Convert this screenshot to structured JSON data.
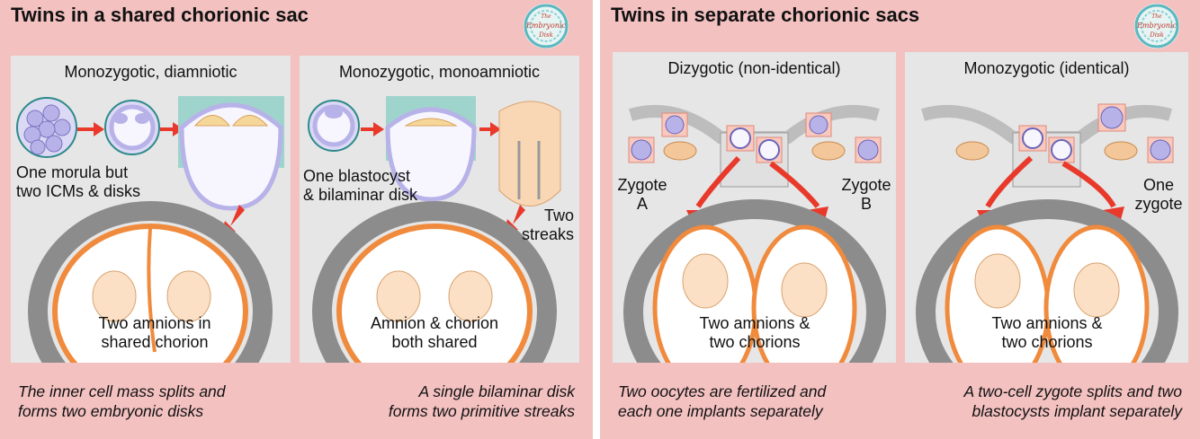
{
  "left": {
    "title": "Twins in a shared chorionic sac",
    "logo_text": [
      "The",
      "Embryonic",
      "Disk"
    ],
    "panel1": {
      "title": "Monozygotic, diamniotic",
      "label_a": [
        "One morula but",
        "two ICMs & disks"
      ],
      "label_b": [
        "Two amnions in",
        "shared chorion"
      ]
    },
    "panel2": {
      "title": "Monozygotic, monoamniotic",
      "label_a": [
        "One blastocyst",
        "& bilaminar disk"
      ],
      "label_streaks": [
        "Two",
        "streaks"
      ],
      "label_b": [
        "Amnion & chorion",
        "both shared"
      ]
    },
    "caption_left": [
      "The inner cell mass splits and",
      "forms two embryonic disks"
    ],
    "caption_right": [
      "A single bilaminar disk",
      "forms two primitive streaks"
    ]
  },
  "right": {
    "title": "Twins in separate chorionic sacs",
    "logo_text": [
      "The",
      "Embryonic",
      "Disk"
    ],
    "panel1": {
      "title": "Dizygotic (non-identical)",
      "zygote_a": [
        "Zygote",
        "A"
      ],
      "zygote_b": [
        "Zygote",
        "B"
      ],
      "label_b": [
        "Two amnions &",
        "two chorions"
      ]
    },
    "panel2": {
      "title": "Monozygotic (identical)",
      "one_zygote": [
        "One",
        "zygote"
      ],
      "label_b": [
        "Two amnions &",
        "two chorions"
      ]
    },
    "caption_left": [
      "Two oocytes are fertilized and",
      "each one implants separately"
    ],
    "caption_right": [
      "A two-cell zygote splits and two",
      "blastocysts implant separately"
    ]
  },
  "colors": {
    "background": "#f4c1c1",
    "panel": "#e6e6e6",
    "arrow": "#e8392b",
    "uterus_wall": "#8c8c8c",
    "chorion": "#f08a3c",
    "embryo": "#fbe0c6",
    "cell": "#b7b2e8"
  }
}
